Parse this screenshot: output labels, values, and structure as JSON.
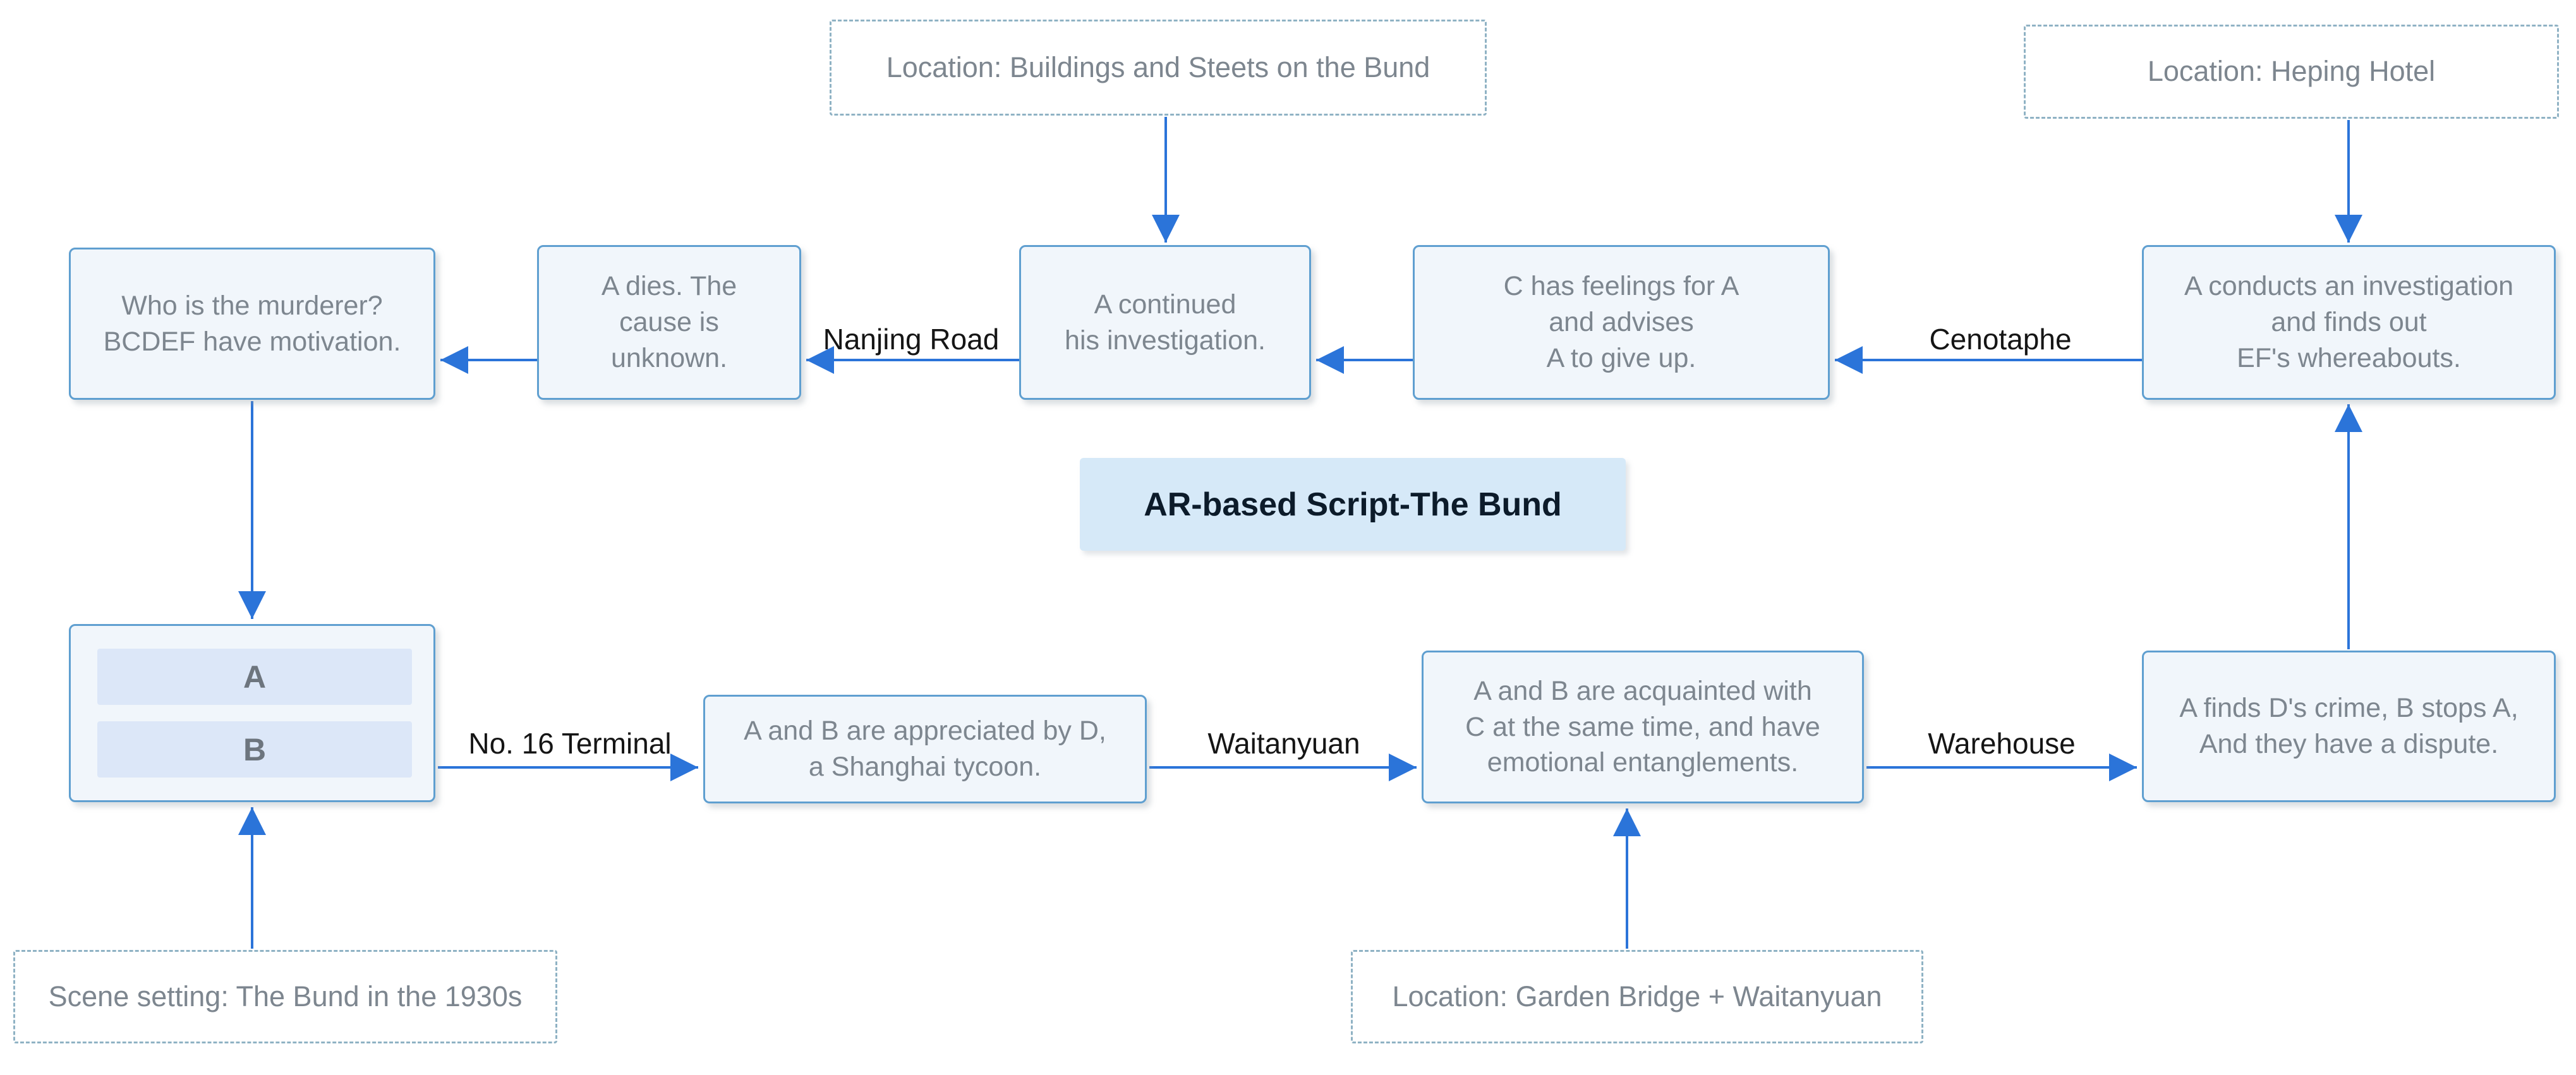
{
  "title": {
    "text": "AR-based Script-The Bund"
  },
  "nodes": {
    "murderer": {
      "text": "Who is the murderer?\nBCDEF have motivation."
    },
    "a_dies": {
      "text": "A dies. The\ncause is\nunknown."
    },
    "continued": {
      "text": "A continued\nhis investigation."
    },
    "feelings": {
      "text": "C has feelings for A\nand advises\nA to give up."
    },
    "conducts": {
      "text": "A conducts an investigation\nand finds out\nEF's whereabouts."
    },
    "ab": {
      "rows": [
        "A",
        "B"
      ]
    },
    "appreciated": {
      "text": "A and B are appreciated by D,\na Shanghai tycoon."
    },
    "acquainted": {
      "text": "A and B are acquainted with\nC at the same time, and have\nemotional entanglements."
    },
    "finds": {
      "text": "A finds D's crime, B stops A,\nAnd they have a dispute."
    }
  },
  "annotations": {
    "bund_streets": {
      "text": "Location: Buildings and Steets on the Bund"
    },
    "heping": {
      "text": "Location: Heping Hotel"
    },
    "scene": {
      "text": "Scene setting: The Bund in the 1930s"
    },
    "garden": {
      "text": "Location: Garden Bridge + Waitanyuan"
    }
  },
  "edge_labels": {
    "nanjing": {
      "text": "Nanjing Road"
    },
    "cenotaphe": {
      "text": "Cenotaphe"
    },
    "terminal": {
      "text": "No. 16 Terminal"
    },
    "waitanyuan": {
      "text": "Waitanyuan"
    },
    "warehouse": {
      "text": "Warehouse"
    }
  },
  "colors": {
    "node_fill": "#f1f6fb",
    "node_border": "#5f9fd0",
    "node_text": "#7d868f",
    "title_fill": "#d6e9f8",
    "title_text": "#0c1b2a",
    "arrow": "#2b74d9",
    "dashed_border": "#8fb2c4",
    "edge_label_text": "#151515",
    "ab_row_fill": "#dce7f8"
  }
}
